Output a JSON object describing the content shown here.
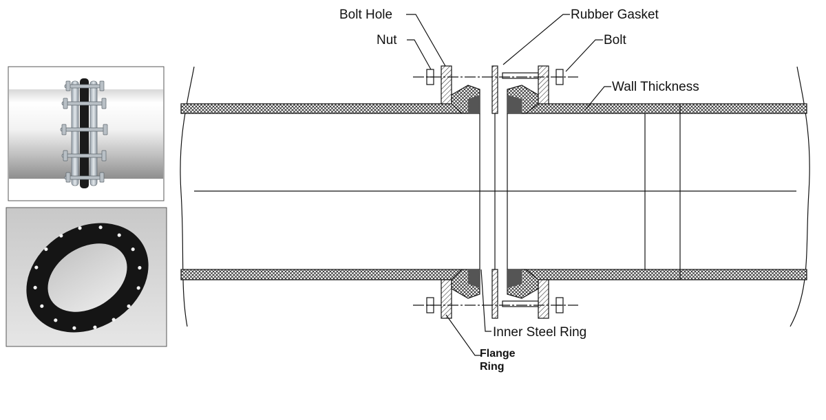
{
  "labels": {
    "bolt_hole": "Bolt Hole",
    "nut": "Nut",
    "rubber_gasket": "Rubber Gasket",
    "bolt": "Bolt",
    "wall_thickness": "Wall Thickness",
    "inner_steel_ring": "Inner Steel Ring",
    "flange_ring_line1": "Flange",
    "flange_ring_line2": "Ring"
  }
}
